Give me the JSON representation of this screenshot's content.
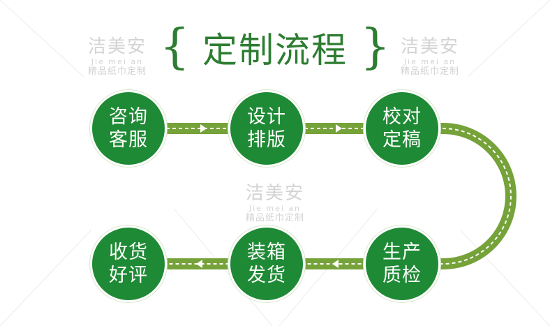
{
  "title": {
    "text": "定制流程",
    "brace_left": "{",
    "brace_right": "}"
  },
  "watermark": {
    "main": "洁美安",
    "en": "Jie mei an",
    "sub": "精品纸巾定制"
  },
  "steps": [
    {
      "line1": "咨询",
      "line2": "客服"
    },
    {
      "line1": "设计",
      "line2": "排版"
    },
    {
      "line1": "校对",
      "line2": "定稿"
    },
    {
      "line1": "生产",
      "line2": "质检"
    },
    {
      "line1": "装箱",
      "line2": "发货"
    },
    {
      "line1": "收货",
      "line2": "好评"
    }
  ],
  "colors": {
    "title": "#2e7d32",
    "node": "#1f8a35",
    "track": "#76a23a",
    "dash": "#ffffff"
  }
}
